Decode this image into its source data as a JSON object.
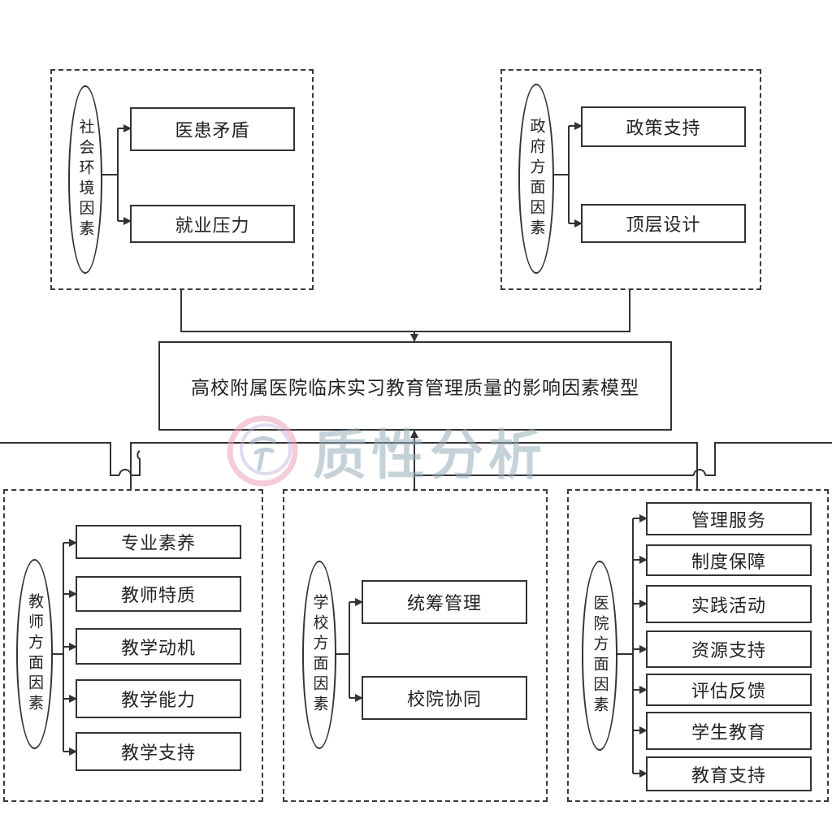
{
  "center_title": "高校附属医院临床实习教育管理质量的影响因素模型",
  "groups": {
    "social": {
      "label": "社会环境因素",
      "items": [
        "医患矛盾",
        "就业压力"
      ]
    },
    "government": {
      "label": "政府方面因素",
      "items": [
        "政策支持",
        "顶层设计"
      ]
    },
    "teacher": {
      "label": "教师方面因素",
      "items": [
        "专业素养",
        "教师特质",
        "教学动机",
        "教学能力",
        "教学支持"
      ]
    },
    "school": {
      "label": "学校方面因素",
      "items": [
        "统筹管理",
        "校院协同"
      ]
    },
    "hospital": {
      "label": "医院方面因素",
      "items": [
        "管理服务",
        "制度保障",
        "实践活动",
        "资源支持",
        "评估反馈",
        "学生教育",
        "教育支持"
      ]
    }
  },
  "watermark": {
    "text": "质性分析"
  }
}
